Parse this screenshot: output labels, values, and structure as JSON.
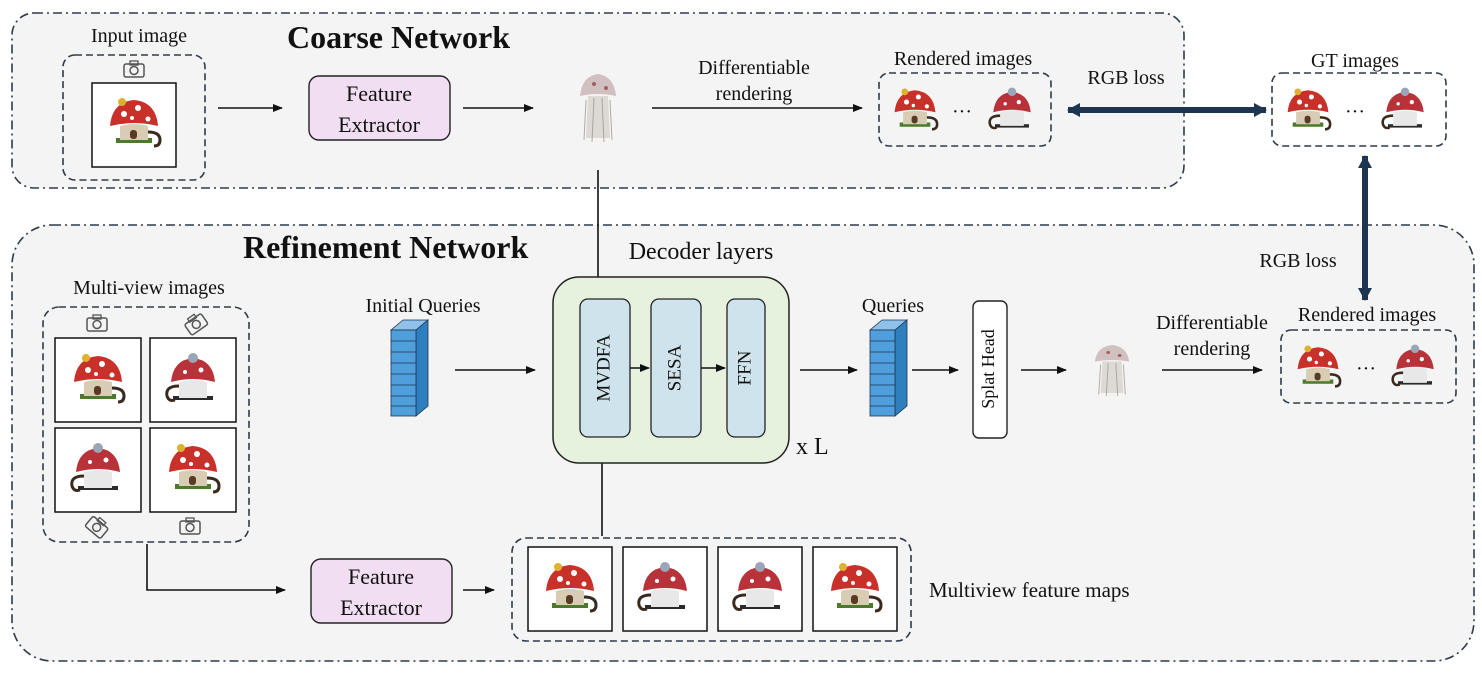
{
  "coarse": {
    "title": "Coarse Network",
    "input_label": "Input image",
    "feature_extractor": [
      "Feature",
      "Extractor"
    ],
    "diff_rendering": [
      "Differentiable",
      "rendering"
    ],
    "rendered_label": "Rendered images",
    "ellipsis": "···"
  },
  "rgb_loss_top": "RGB loss",
  "rgb_loss_side": "RGB loss",
  "gt": {
    "label": "GT images",
    "ellipsis": "···"
  },
  "refine": {
    "title": "Refinement Network",
    "multiview_label": "Multi-view images",
    "initial_queries": "Initial Queries",
    "decoder_title": "Decoder layers",
    "blocks": [
      "MVDFA",
      "SESA",
      "FFN"
    ],
    "repeat": "x L",
    "queries": "Queries",
    "splat_head": "Splat Head",
    "diff_rendering": [
      "Differentiable",
      "rendering"
    ],
    "rendered_label": "Rendered images",
    "ellipsis": "···",
    "feature_extractor": [
      "Feature",
      "Extractor"
    ],
    "feature_maps_label": "Multiview feature maps"
  },
  "colors": {
    "panel_bg": "#f4f4f4",
    "panel_border": "#2f3b4a",
    "feature_box": "#f1def2",
    "decoder_bg": "#e6f2dd",
    "block_fill": "#cfe3ec",
    "query_fill": "#4f9fdc",
    "mushroom_red": "#c8302a",
    "arrow_dark": "#1d3550"
  }
}
